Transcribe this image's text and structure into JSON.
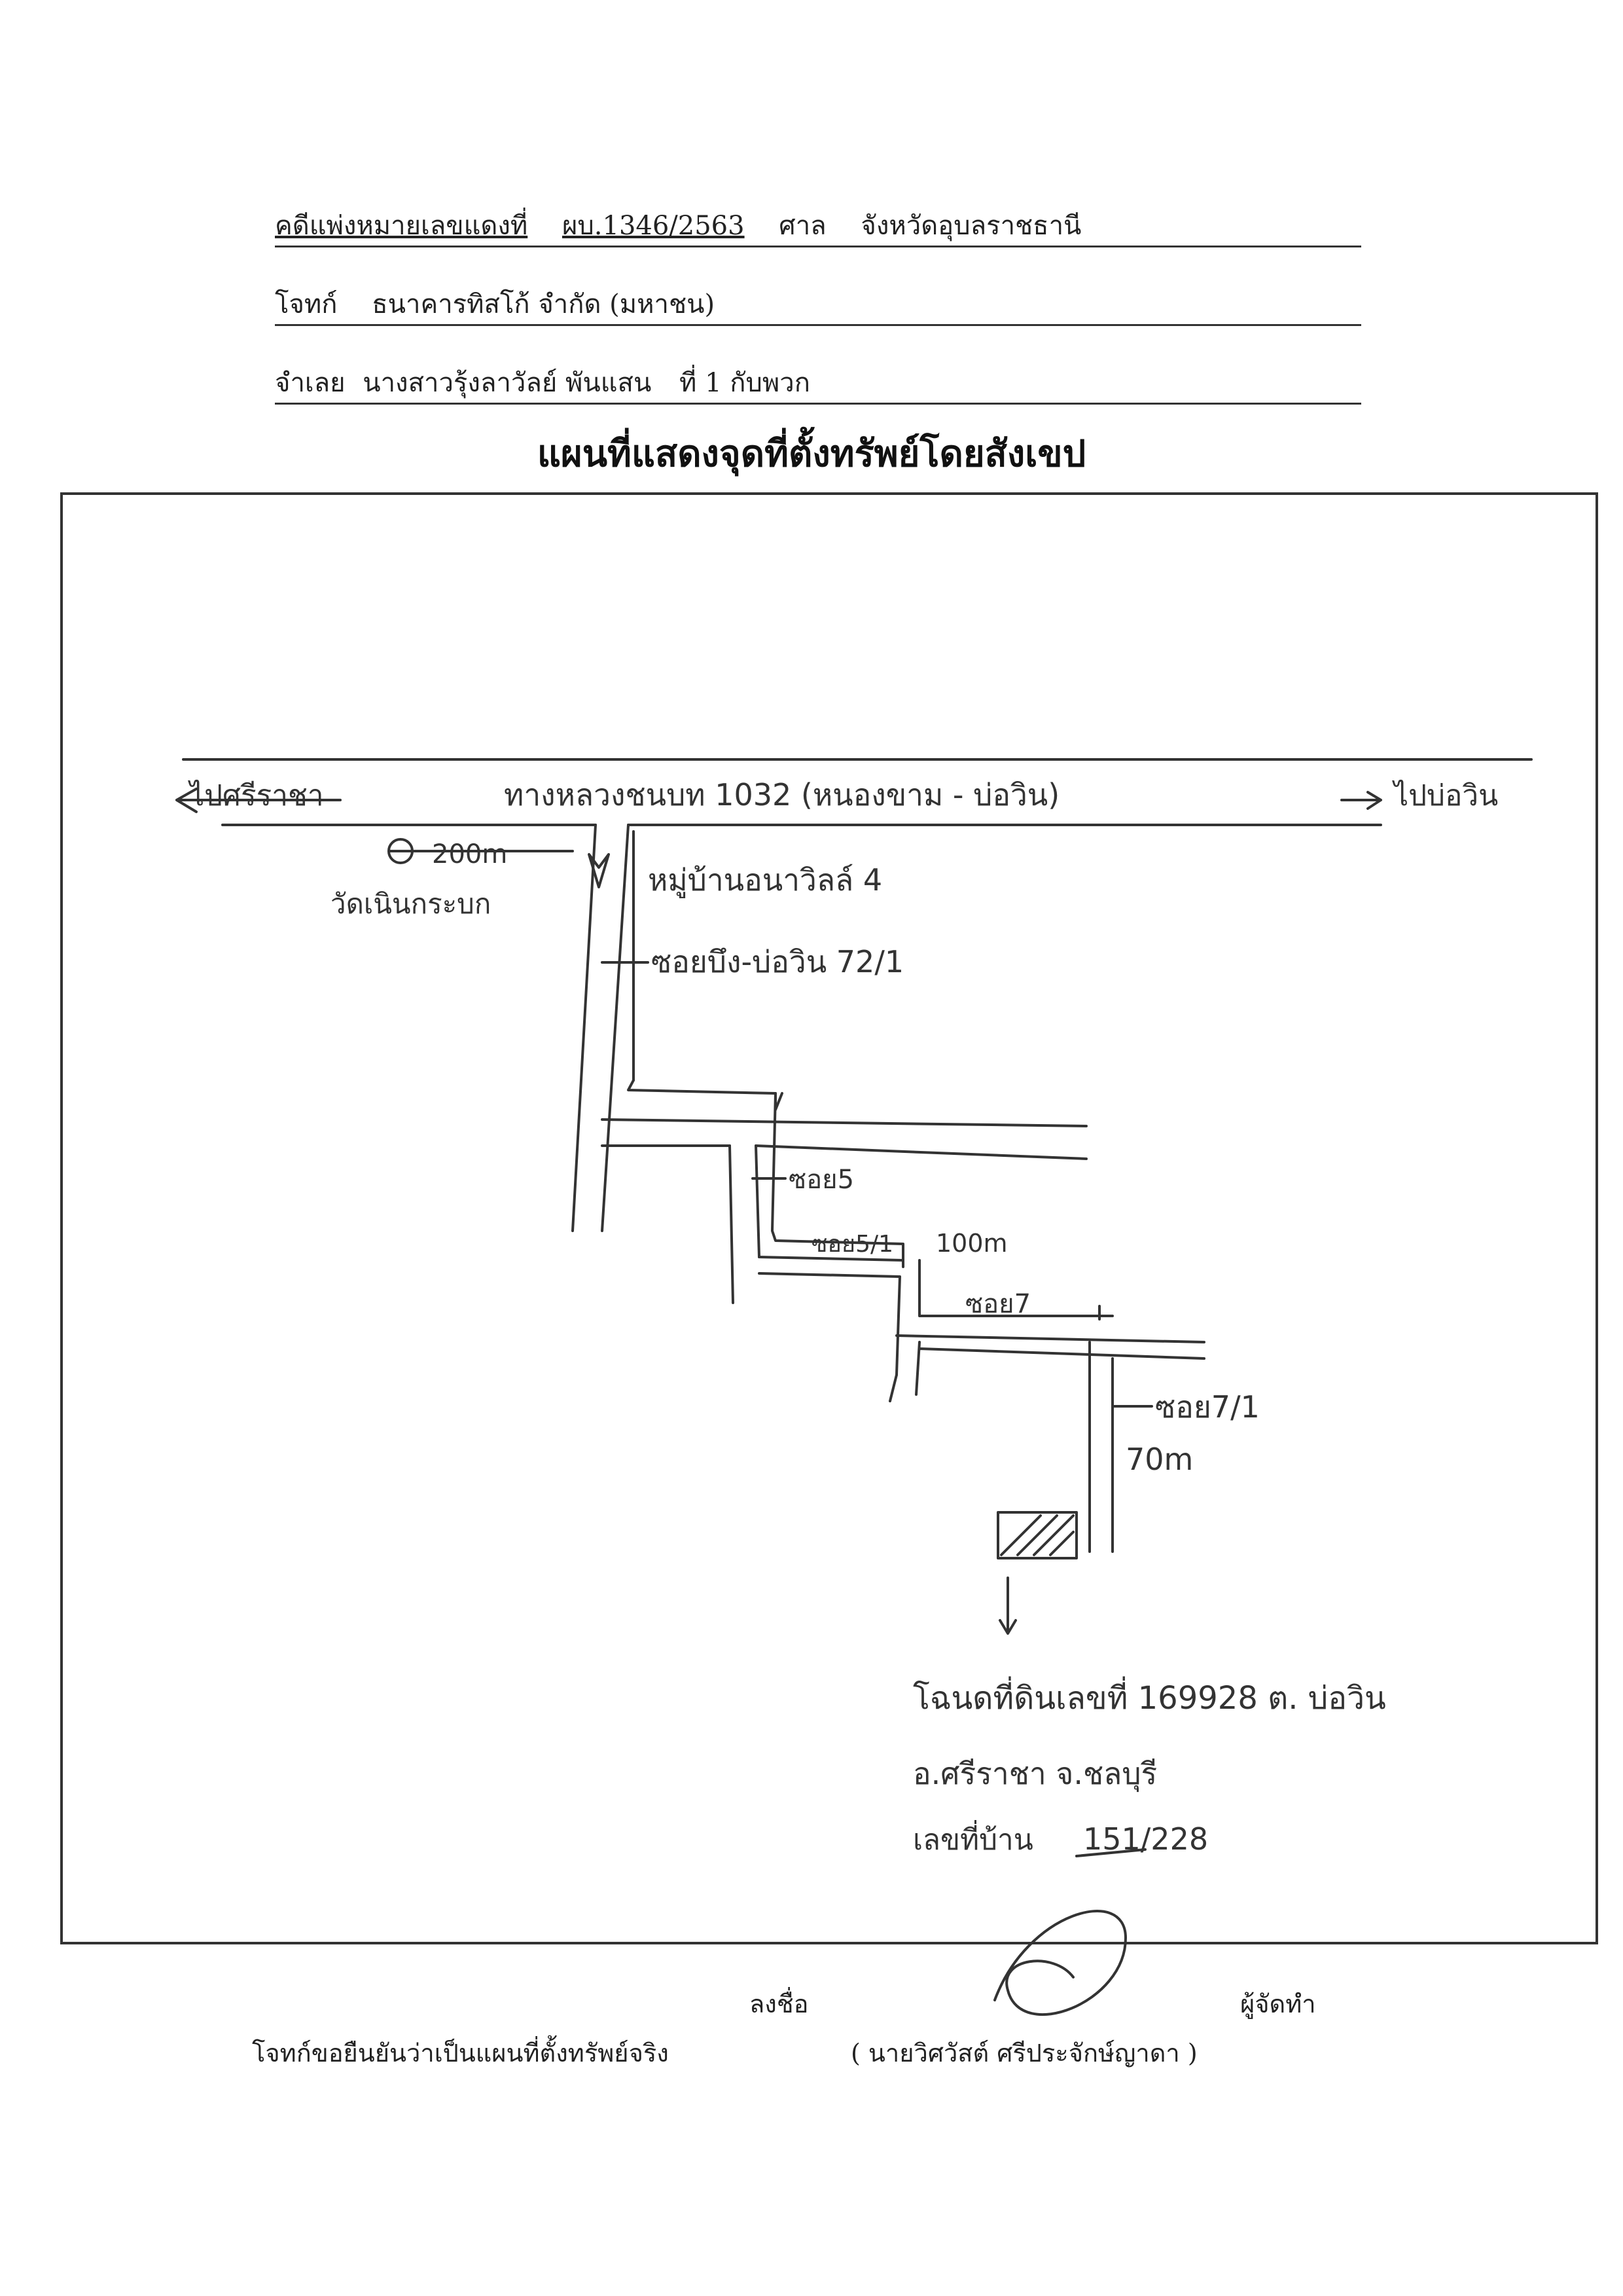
{
  "header": {
    "case_label": "คดีแพ่งหมายเลขแดงที่",
    "case_number": "ผบ.1346/2563",
    "court_label": "ศาล",
    "court_name": "จังหวัดอุบลราชธานี",
    "plaintiff_label": "โจทก์",
    "plaintiff_name": "ธนาคารทิสโก้ จำกัด (มหาชน)",
    "defendant_label": "จำเลย",
    "defendant_name": "นางสาวรุ้งลาวัลย์ พันแสน",
    "defendant_suffix": "ที่ 1 กับพวก"
  },
  "map": {
    "title": "แผนที่แสดงจุดที่ตั้งทรัพย์โดยสังเขป",
    "labels": {
      "to_left": "ไปศรีราชา",
      "main_road": "ทางหลวงชนบท 1032 (หนองขาม - บ่อวิน)",
      "to_right": "ไปบ่อวิน",
      "distance_200": "200m",
      "temple": "วัดเนินกระบก",
      "village": "หมู่บ้านอนาวิลล์ 4",
      "soi_main": "ซอยบึง-บ่อวิน 72/1",
      "soi_5": "ซอย5",
      "soi_5_1": "ซอย5/1",
      "distance_100": "100m",
      "soi_7": "ซอย7",
      "soi_7_1": "ซอย7/1",
      "distance_70": "70m",
      "deed": "โฉนดที่ดินเลขที่ 169928 ต. บ่อวิน",
      "district": "อ.ศรีราชา จ.ชลบุรี",
      "house_label": "เลขที่บ้าน",
      "house_number": "151/228"
    }
  },
  "footer": {
    "sign_label": "ลงชื่อ",
    "preparer_label": "ผู้จัดทำ",
    "confirmation": "โจทก์ขอยืนยันว่าเป็นแผนที่ตั้งทรัพย์จริง",
    "signer_name": "( นายวิศวัสต์ ศรีประจักษ์ญาดา )"
  }
}
